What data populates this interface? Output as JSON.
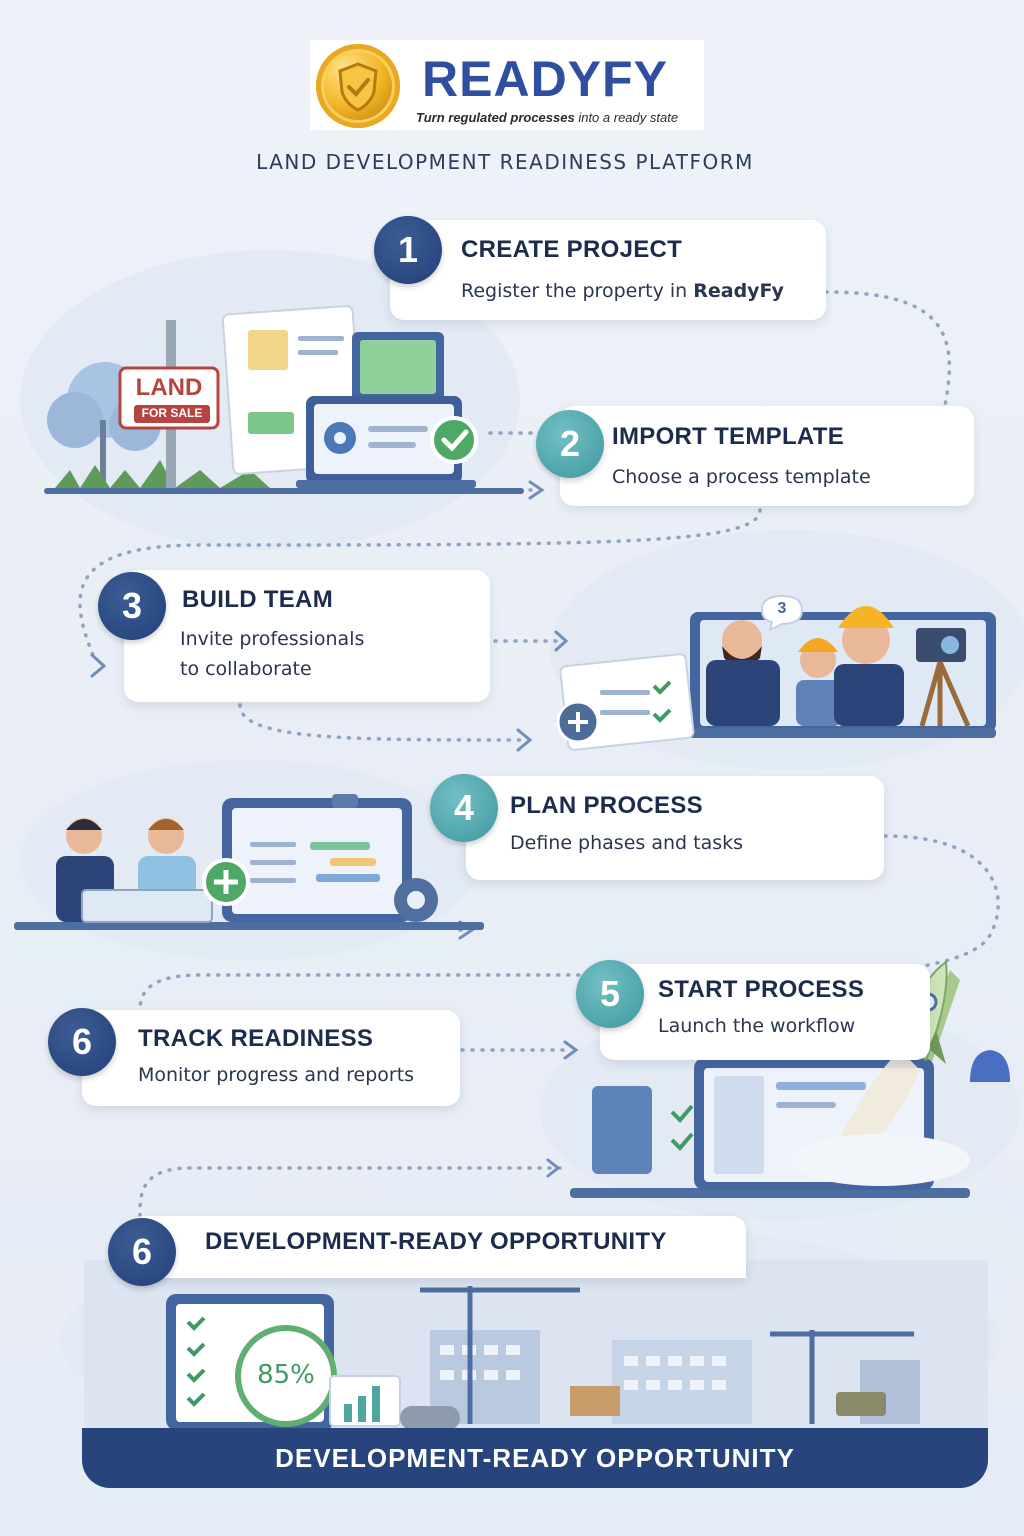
{
  "brand": {
    "name": "READYFY",
    "tagline_bold": "Turn regulated processes",
    "tagline_rest": " into a ready state"
  },
  "subtitle": "LAND DEVELOPMENT READINESS PLATFORM",
  "steps": [
    {
      "number": "1",
      "title": "CREATE PROJECT",
      "desc_prefix": "Register the property in ",
      "desc_bold": "ReadyFy"
    },
    {
      "number": "2",
      "title": "IMPORT TEMPLATE",
      "desc": "Choose a process template"
    },
    {
      "number": "3",
      "title": "BUILD TEAM",
      "desc_line1": "Invite professionals",
      "desc_line2": "to collaborate"
    },
    {
      "number": "4",
      "title": "PLAN PROCESS",
      "desc": "Define phases and tasks"
    },
    {
      "number": "5",
      "title": "START PROCESS",
      "desc": "Launch the workflow"
    },
    {
      "number": "6",
      "title": "TRACK READINESS",
      "desc": "Monitor progress and reports"
    },
    {
      "number": "6",
      "title": "DEVELOPMENT-READY OPPORTUNITY"
    }
  ],
  "illustrations": {
    "land_sign_line1": "LAND",
    "land_sign_line2": "FOR SALE",
    "chat_bubble_count": "3",
    "readiness_percent": "85%"
  },
  "footer_banner": "DEVELOPMENT-READY OPPORTUNITY",
  "colors": {
    "navy": "#22407a",
    "teal": "#3e979f",
    "brand_blue": "#2f4ea0",
    "gold": "#f2b727",
    "green": "#3f9a63"
  }
}
